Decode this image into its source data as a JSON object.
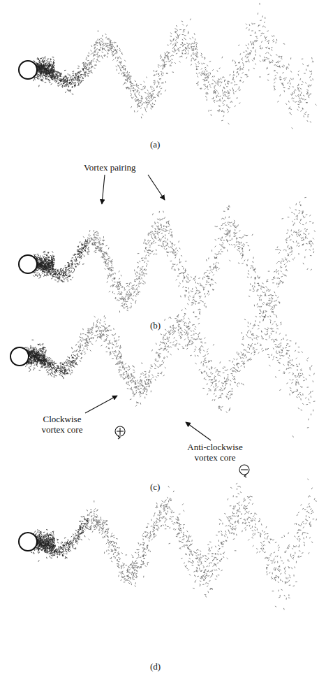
{
  "diagram": {
    "labels": [
      "(a)",
      "(b)",
      "(c)",
      "(d)",
      "Vortex pairing",
      "Clockwise vortex core",
      "Anti-clockwise vortex core"
    ]
  }
}
